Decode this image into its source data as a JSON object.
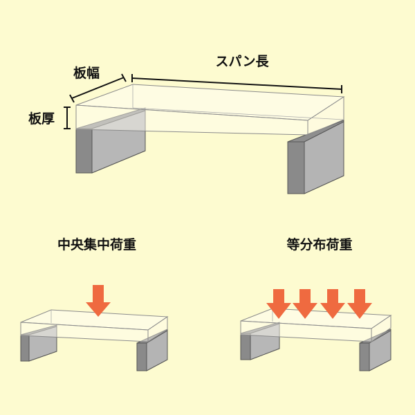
{
  "labels": {
    "span_length": "スパン長",
    "plate_width": "板幅",
    "plate_thickness": "板厚",
    "central_load": "中央集中荷重",
    "uniform_load": "等分布荷重"
  },
  "colors": {
    "background": "#fdfbd0",
    "support_front": "#8e8e8e",
    "support_side": "#b9b9b9",
    "plate_fill": "#fffdf2",
    "plate_edge": "#8a8a8a",
    "arrow": "#ef6a40",
    "dimension_line": "#111111"
  },
  "icons": {
    "load_arrow": "down-arrow-icon"
  }
}
